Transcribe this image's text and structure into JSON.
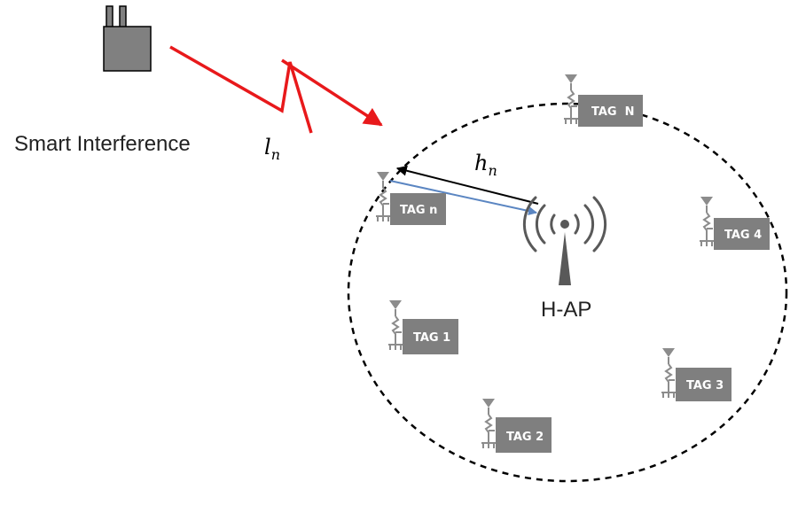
{
  "labels": {
    "jammer": "Smart Interference",
    "jam_channel": "l",
    "jam_channel_sub": "n",
    "tag_channel": "h",
    "tag_channel_sub": "n",
    "access_point": "H-AP"
  },
  "tags": [
    {
      "id": "tag-N",
      "label": "TAG  N"
    },
    {
      "id": "tag-n",
      "label": "TAG n"
    },
    {
      "id": "tag-4",
      "label": "TAG 4"
    },
    {
      "id": "tag-1",
      "label": "TAG 1"
    },
    {
      "id": "tag-3",
      "label": "TAG 3"
    },
    {
      "id": "tag-2",
      "label": "TAG 2"
    }
  ],
  "colors": {
    "interference_link": "#e8191b",
    "downlink": "#000000",
    "uplink": "#5b86c2",
    "tag_body": "#7f7f7f",
    "tower": "#595959",
    "jammer_body": "#808080"
  }
}
